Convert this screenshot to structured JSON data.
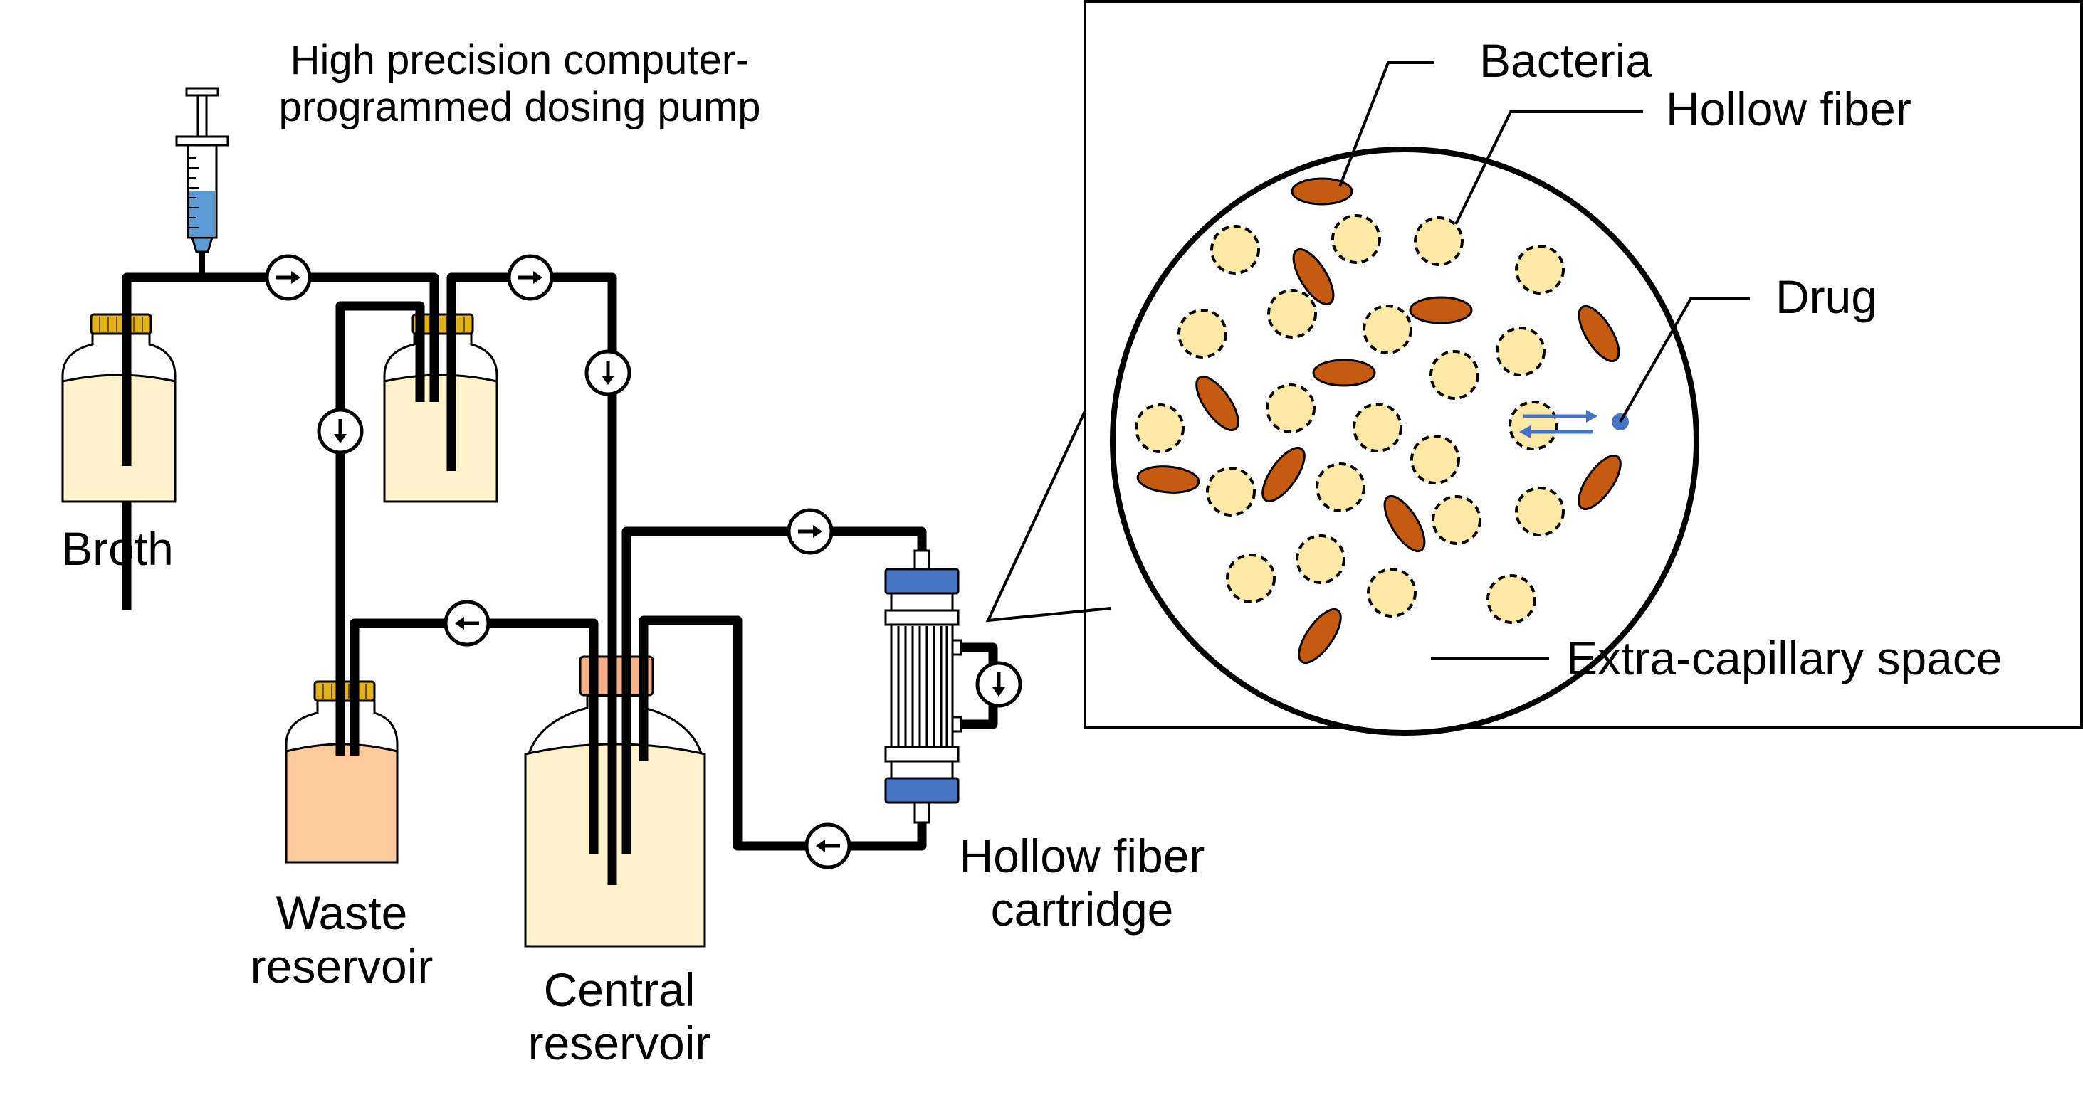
{
  "labels": {
    "pump": [
      "High precision computer-",
      "programmed dosing pump"
    ],
    "broth": "Broth",
    "waste": [
      "Waste",
      "reservoir"
    ],
    "central": [
      "Central",
      "reservoir"
    ],
    "cartridge": [
      "Hollow fiber",
      "cartridge"
    ],
    "bacteria": "Bacteria",
    "hollow_fiber": "Hollow fiber",
    "drug": "Drug",
    "extra_capillary": "Extra-capillary space"
  },
  "colors": {
    "tube": "#000000",
    "broth_liquid": "#fdf1cc",
    "waste_liquid": "#fbcb9c",
    "central_cap": "#f5b08a",
    "cap": "#e2b21d",
    "cartridge_band": "#4774c3",
    "fiber": "#fde8a5",
    "bacteria": "#c55a11",
    "drug": "#4472c4",
    "syringe_fluid": "#5b9bd5"
  }
}
